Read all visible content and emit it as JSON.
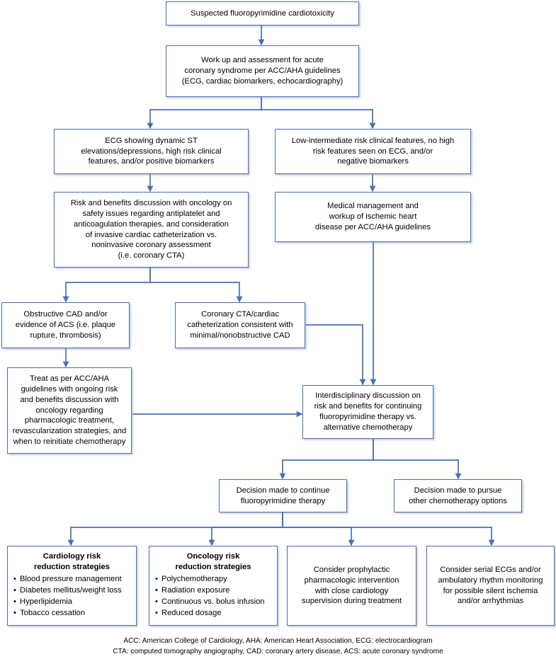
{
  "diagram": {
    "title": "Suspected fluoropyrimidine cardiotoxicity management algorithm",
    "accent_color": "#4a6fb5",
    "background_color": "#ffffff",
    "text_color": "#000000"
  },
  "nodes": {
    "suspected": {
      "lines": [
        "Suspected  fluoropyrimidine cardiotoxicity"
      ]
    },
    "workup": {
      "lines": [
        "Work up and assessment for acute",
        "coronary syndrome per ACC/AHA guidelines",
        "(ECG, cardiac biomarkers, echocardiography)"
      ]
    },
    "high_risk": {
      "lines": [
        "ECG showing dynamic ST",
        "elevations/depressions, high risk clinical",
        "features, and/or positive biomarkers"
      ]
    },
    "low_risk": {
      "lines": [
        "Low-intermediate risk clinical features, no high",
        "risk features seen on ECG, and/or",
        "negative biomarkers"
      ]
    },
    "risk_benefit_onc": {
      "lines": [
        "Risk and benefits discussion with oncology on",
        "safety issues regarding antiplatelet and",
        "anticoagulation therapies, and consideration",
        "of invasive cardiac catheterization vs.",
        "noninvasive coronary assessment",
        "(i.e. coronary CTA)"
      ]
    },
    "medical_mgmt": {
      "lines": [
        "Medical management and",
        "workup of ischemic heart",
        "disease per ACC/AHA guidelines"
      ]
    },
    "obstructive_cad": {
      "lines": [
        "Obstructive CAD and/or",
        "evidence of ACS (i.e. plaque",
        "rupture, thrombosis)"
      ]
    },
    "nonobstructive_cad": {
      "lines": [
        "Coronary CTA/cardiac",
        "catheterization consistent with",
        "minimal/nonobstructive CAD"
      ]
    },
    "treat_acc_aha": {
      "lines": [
        "Treat as per ACC/AHA",
        "guidelines with ongoing risk",
        "and benefits discussion with",
        "oncology regarding",
        "pharmacologic treatment,",
        "revascularization strategies, and",
        "when to reinitiate chemotherapy"
      ]
    },
    "interdisciplinary": {
      "lines": [
        "Interdisciplinary discussion on",
        "risk and benefits for continuing",
        "fluoropyrimidine therapy vs.",
        "alternative chemotherapy"
      ]
    },
    "decision_continue": {
      "lines": [
        "Decision made to continue",
        "fluoropyrimidine therapy"
      ]
    },
    "decision_other": {
      "lines": [
        "Decision made to pursue",
        "other chemotherapy options"
      ]
    },
    "cardiology_strategies": {
      "header": [
        "Cardiology risk",
        "reduction strategies"
      ],
      "items": [
        "Blood pressure management",
        "Diabetes mellitus/weight loss",
        "Hyperlipidemia",
        "Tobacco cessation"
      ]
    },
    "oncology_strategies": {
      "header": [
        "Oncology risk",
        "reduction strategies"
      ],
      "items": [
        "Polychemotherapy",
        "Radiation exposure",
        "Continuous vs. bolus infusion",
        "Reduced dosage"
      ]
    },
    "prophylactic": {
      "lines": [
        "Consider prophylactic",
        "pharmacologic intervention",
        "with close cardiology",
        "supervision during treatment"
      ]
    },
    "serial_ecg": {
      "lines": [
        "Consider serial ECGs and/or",
        "ambulatory rhythm monitoring",
        "for possible silent ischemia",
        "and/or arrhythmias"
      ]
    }
  },
  "footnote": {
    "lines": [
      "ACC: American College of Cardiology, AHA: American Heart Association, ECG: electrocardiogram",
      "CTA: computed tomography angiography, CAD: coronary artery disease, ACS: acute coronary syndrome"
    ]
  }
}
